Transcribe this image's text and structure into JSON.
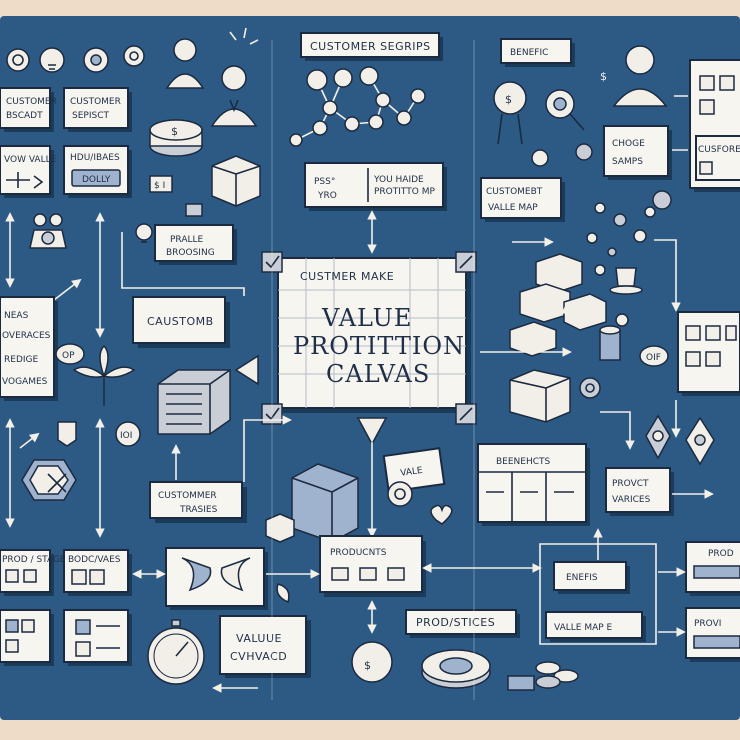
{
  "title": [
    "VALUE",
    "PROTITTION",
    "CALVAS"
  ],
  "title_header": "CUSTMER MAKE",
  "colors": {
    "board": "#2c5a84",
    "frame": "#eedcc7",
    "card": "#f7f5ef",
    "ink": "#1c2a40",
    "accent": "#9fb3cf"
  },
  "labels": {
    "customer_segrips": "CUSTOMER SEGRIPS",
    "benefic": "BENEFIC",
    "customer_bscadt_1": "CUSTOMER",
    "customer_bscadt_2": "BSCADT",
    "customer_sepisct_1": "CUSTOMER",
    "customer_sepisct_2": "SEPISCT",
    "vow_valle": "VOW VALLE",
    "hdu_ibaes": "HDU/IBAES",
    "dolly": "DOLLY",
    "psso": "PSS°",
    "yro": "YRO",
    "you_haide_1": "YOU HAIDE",
    "you_haide_2": "PROTITTO MP",
    "pralle_1": "PRALLE",
    "pralle_2": "BROOSING",
    "custombt_1": "CUSTOMEBT",
    "custombt_2": "VALLE MAP",
    "choge_1": "CHOGE",
    "choge_2": "SAMPS",
    "cusforerl": "CUSFORERL",
    "caustomb": "CAUSTOMB",
    "neas_1": "NEAS",
    "neas_2": "OVERACES",
    "neas_3": "REDIGE",
    "neas_4": "VOGAMES",
    "op": "OP",
    "oif": "OIF",
    "customer_trasies_1": "CUSTOMMER",
    "customer_trasies_2": "TRASIES",
    "vale": "VALE",
    "bernhetts": "BEENEHCTS",
    "provct_1": "PROVCT",
    "provct_2": "VARICES",
    "prodo_stage": "PROD / STAGE",
    "bodc_vaes": "BODC/VAES",
    "producnts": "PRODUCNTS",
    "enefis": "ENEFIS",
    "prod_right": "PROD",
    "valle_map": "VALLE MAP E",
    "prod_stices": "PROD/STICES",
    "provi": "PROVI",
    "value_1": "VALUUE",
    "value_2": "CVHVACD"
  }
}
